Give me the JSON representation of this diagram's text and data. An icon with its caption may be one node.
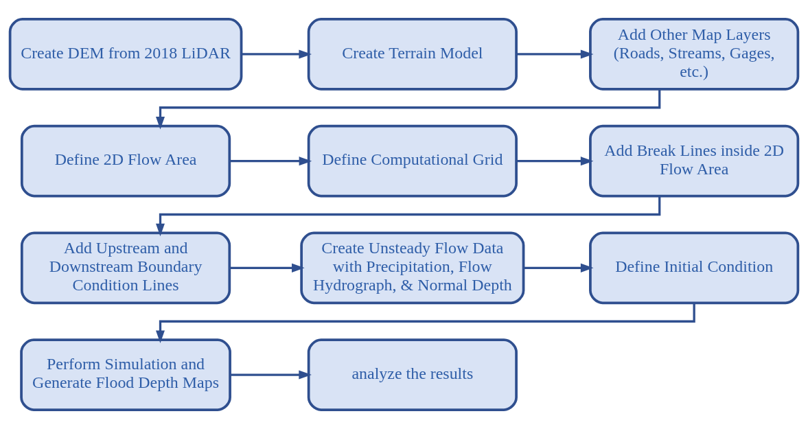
{
  "diagram": {
    "nodes": [
      {
        "text": [
          "Create DEM from 2018 LiDAR"
        ]
      },
      {
        "text": [
          "Create Terrain Model"
        ]
      },
      {
        "text": [
          "Add Other Map Layers (Roads, Streams, Gages, etc.)"
        ]
      },
      {
        "text": [
          "Define 2D Flow Area"
        ]
      },
      {
        "text": [
          "Define Computational Grid"
        ]
      },
      {
        "text": [
          "Add Break Lines inside 2D Flow Area"
        ]
      },
      {
        "text": [
          "Add Upstream and Downstream Boundary Condition Lines"
        ]
      },
      {
        "text": [
          "Create Unsteady Flow Data with Precipitation, Flow Hydrograph, & Normal Depth"
        ]
      },
      {
        "text": [
          "Define Initial Condition"
        ]
      },
      {
        "text": [
          "Perform Simulation and Generate Flood Depth Maps"
        ]
      },
      {
        "text": [
          "analyze the results"
        ]
      }
    ],
    "edges": [
      {
        "from": 0,
        "to": 1,
        "arrow": "to"
      },
      {
        "from": 1,
        "to": 2,
        "arrow": "to"
      },
      {
        "from": 2,
        "to": 3,
        "arrow": "to"
      },
      {
        "from": 3,
        "to": 4,
        "arrow": "to"
      },
      {
        "from": 4,
        "to": 5,
        "arrow": "to"
      },
      {
        "from": 5,
        "to": 6,
        "arrow": "to"
      },
      {
        "from": 6,
        "to": 7,
        "arrow": "to"
      },
      {
        "from": 7,
        "to": 8,
        "arrow": "to"
      },
      {
        "from": 8,
        "to": 9,
        "arrow": "to"
      },
      {
        "from": 9,
        "to": 10,
        "arrow": "to"
      }
    ]
  }
}
